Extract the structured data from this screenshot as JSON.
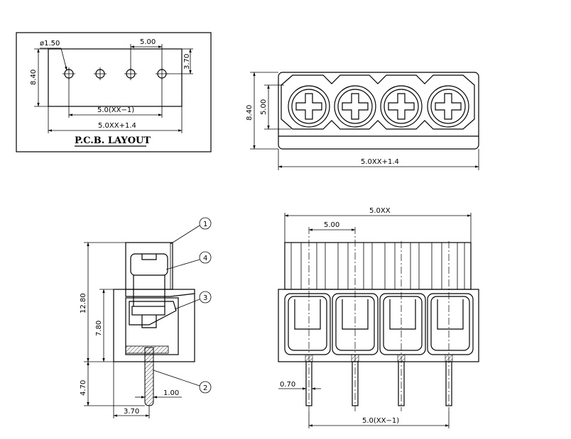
{
  "pcb_layout": {
    "title": "P.C.B. LAYOUT",
    "hole_dia": "ø1.50",
    "pitch": "5.00",
    "offset": "3.70",
    "height": "8.40",
    "span": "5.0(XX−1)",
    "total": "5.0XX+1.4"
  },
  "top_view": {
    "height": "8.40",
    "inner": "5.00",
    "total": "5.0XX+1.4"
  },
  "side_view": {
    "height_total": "12.80",
    "height_body": "7.80",
    "pin_length": "4.70",
    "pin_offset": "3.70",
    "pin_width": "1.00",
    "callouts": [
      "1",
      "4",
      "3",
      "2"
    ]
  },
  "front_view": {
    "overall": "5.0XX",
    "pitch": "5.00",
    "pin_thickness": "0.70",
    "pin_span": "5.0(XX−1)"
  }
}
